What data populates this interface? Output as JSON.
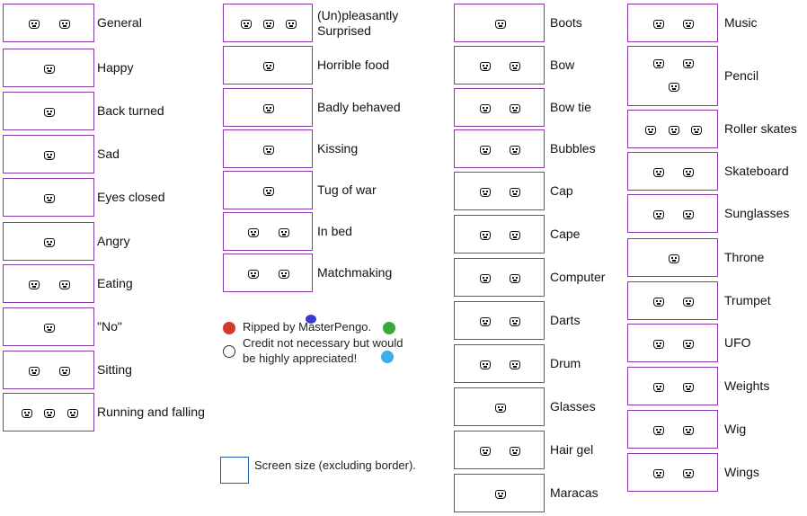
{
  "columns": [
    {
      "items": [
        {
          "label": "General",
          "sprites": [
            "tama-general-1",
            "tama-general-2"
          ]
        },
        {
          "label": "Happy",
          "sprites": [
            "tama-happy"
          ]
        },
        {
          "label": "Back turned",
          "sprites": [
            "tama-back"
          ]
        },
        {
          "label": "Sad",
          "sprites": [
            "tama-sad"
          ]
        },
        {
          "label": "Eyes closed",
          "sprites": [
            "tama-eyes-closed"
          ]
        },
        {
          "label": "Angry",
          "sprites": [
            "tama-angry"
          ]
        },
        {
          "label": "Eating",
          "sprites": [
            "tama-eating-1",
            "tama-eating-2"
          ]
        },
        {
          "label": "\"No\"",
          "sprites": [
            "tama-no"
          ]
        },
        {
          "label": "Sitting",
          "sprites": [
            "tama-sitting-1",
            "tama-sitting-2"
          ]
        },
        {
          "label": "Running and falling",
          "sprites": [
            "tama-run-1",
            "tama-run-2",
            "tama-fall"
          ]
        }
      ]
    },
    {
      "items": [
        {
          "label": "(Un)pleasantly\nSurprised",
          "sprites": [
            "tama-surprised-1",
            "tama-surprised-2",
            "tama-surprised-3"
          ]
        },
        {
          "label": "Horrible food",
          "sprites": [
            "tama-horrible-food"
          ]
        },
        {
          "label": "Badly behaved",
          "sprites": [
            "tama-badly-behaved"
          ]
        },
        {
          "label": "Kissing",
          "sprites": [
            "tama-kissing"
          ]
        },
        {
          "label": "Tug of war",
          "sprites": [
            "tama-tug-of-war"
          ]
        },
        {
          "label": "In bed",
          "sprites": [
            "tama-bed-1",
            "tama-bed-2"
          ]
        },
        {
          "label": "Matchmaking",
          "sprites": [
            "tama-match-1",
            "tama-match-2"
          ]
        }
      ]
    },
    {
      "items": [
        {
          "label": "Boots",
          "sprites": [
            "tama-boots"
          ]
        },
        {
          "label": "Bow",
          "sprites": [
            "tama-bow-1",
            "tama-bow-2"
          ]
        },
        {
          "label": "Bow tie",
          "sprites": [
            "tama-bowtie-1",
            "tama-bowtie-2"
          ]
        },
        {
          "label": "Bubbles",
          "sprites": [
            "tama-bubbles-1",
            "tama-bubbles-2"
          ]
        },
        {
          "label": "Cap",
          "sprites": [
            "tama-cap-1",
            "tama-cap-2"
          ]
        },
        {
          "label": "Cape",
          "sprites": [
            "tama-cape-1",
            "tama-cape-2"
          ]
        },
        {
          "label": "Computer",
          "sprites": [
            "tama-computer-1",
            "tama-computer-2"
          ]
        },
        {
          "label": "Darts",
          "sprites": [
            "tama-darts-1",
            "tama-darts-2"
          ]
        },
        {
          "label": "Drum",
          "sprites": [
            "tama-drum-1",
            "tama-drum-2"
          ]
        },
        {
          "label": "Glasses",
          "sprites": [
            "tama-glasses"
          ]
        },
        {
          "label": "Hair gel",
          "sprites": [
            "tama-hairgel-1",
            "tama-hairgel-2"
          ]
        },
        {
          "label": "Maracas",
          "sprites": [
            "tama-maracas"
          ]
        }
      ]
    },
    {
      "items": [
        {
          "label": "Music",
          "sprites": [
            "tama-music-1",
            "tama-music-2"
          ]
        },
        {
          "label": "Pencil",
          "sprites": [
            "tama-pencil-1",
            "tama-pencil-2",
            "tama-pencil-3"
          ]
        },
        {
          "label": "Roller skates",
          "sprites": [
            "tama-skates-1",
            "tama-skates-2",
            "tama-skates-3"
          ]
        },
        {
          "label": "Skateboard",
          "sprites": [
            "tama-skateboard-1",
            "tama-skateboard-2"
          ]
        },
        {
          "label": "Sunglasses",
          "sprites": [
            "tama-sunglasses-1",
            "tama-sunglasses-2"
          ]
        },
        {
          "label": "Throne",
          "sprites": [
            "tama-throne"
          ]
        },
        {
          "label": "Trumpet",
          "sprites": [
            "tama-trumpet-1",
            "tama-trumpet-2"
          ]
        },
        {
          "label": "UFO",
          "sprites": [
            "tama-ufo-1",
            "tama-ufo-2"
          ]
        },
        {
          "label": "Weights",
          "sprites": [
            "tama-weights-1",
            "tama-weights-2"
          ]
        },
        {
          "label": "Wig",
          "sprites": [
            "tama-wig-1",
            "tama-wig-2"
          ]
        },
        {
          "label": "Wings",
          "sprites": [
            "tama-wings-1",
            "tama-wings-2"
          ]
        }
      ]
    }
  ],
  "credit": {
    "line1": "Ripped by MasterPengo.",
    "line2": "Credit not necessary but would",
    "line3": "be highly appreciated!"
  },
  "screen_legend": {
    "label": "Screen size (excluding border)."
  },
  "colors": {
    "box_border": "#8a3aa8",
    "screen_border": "#1f5fa8",
    "background": "#ffffff"
  }
}
